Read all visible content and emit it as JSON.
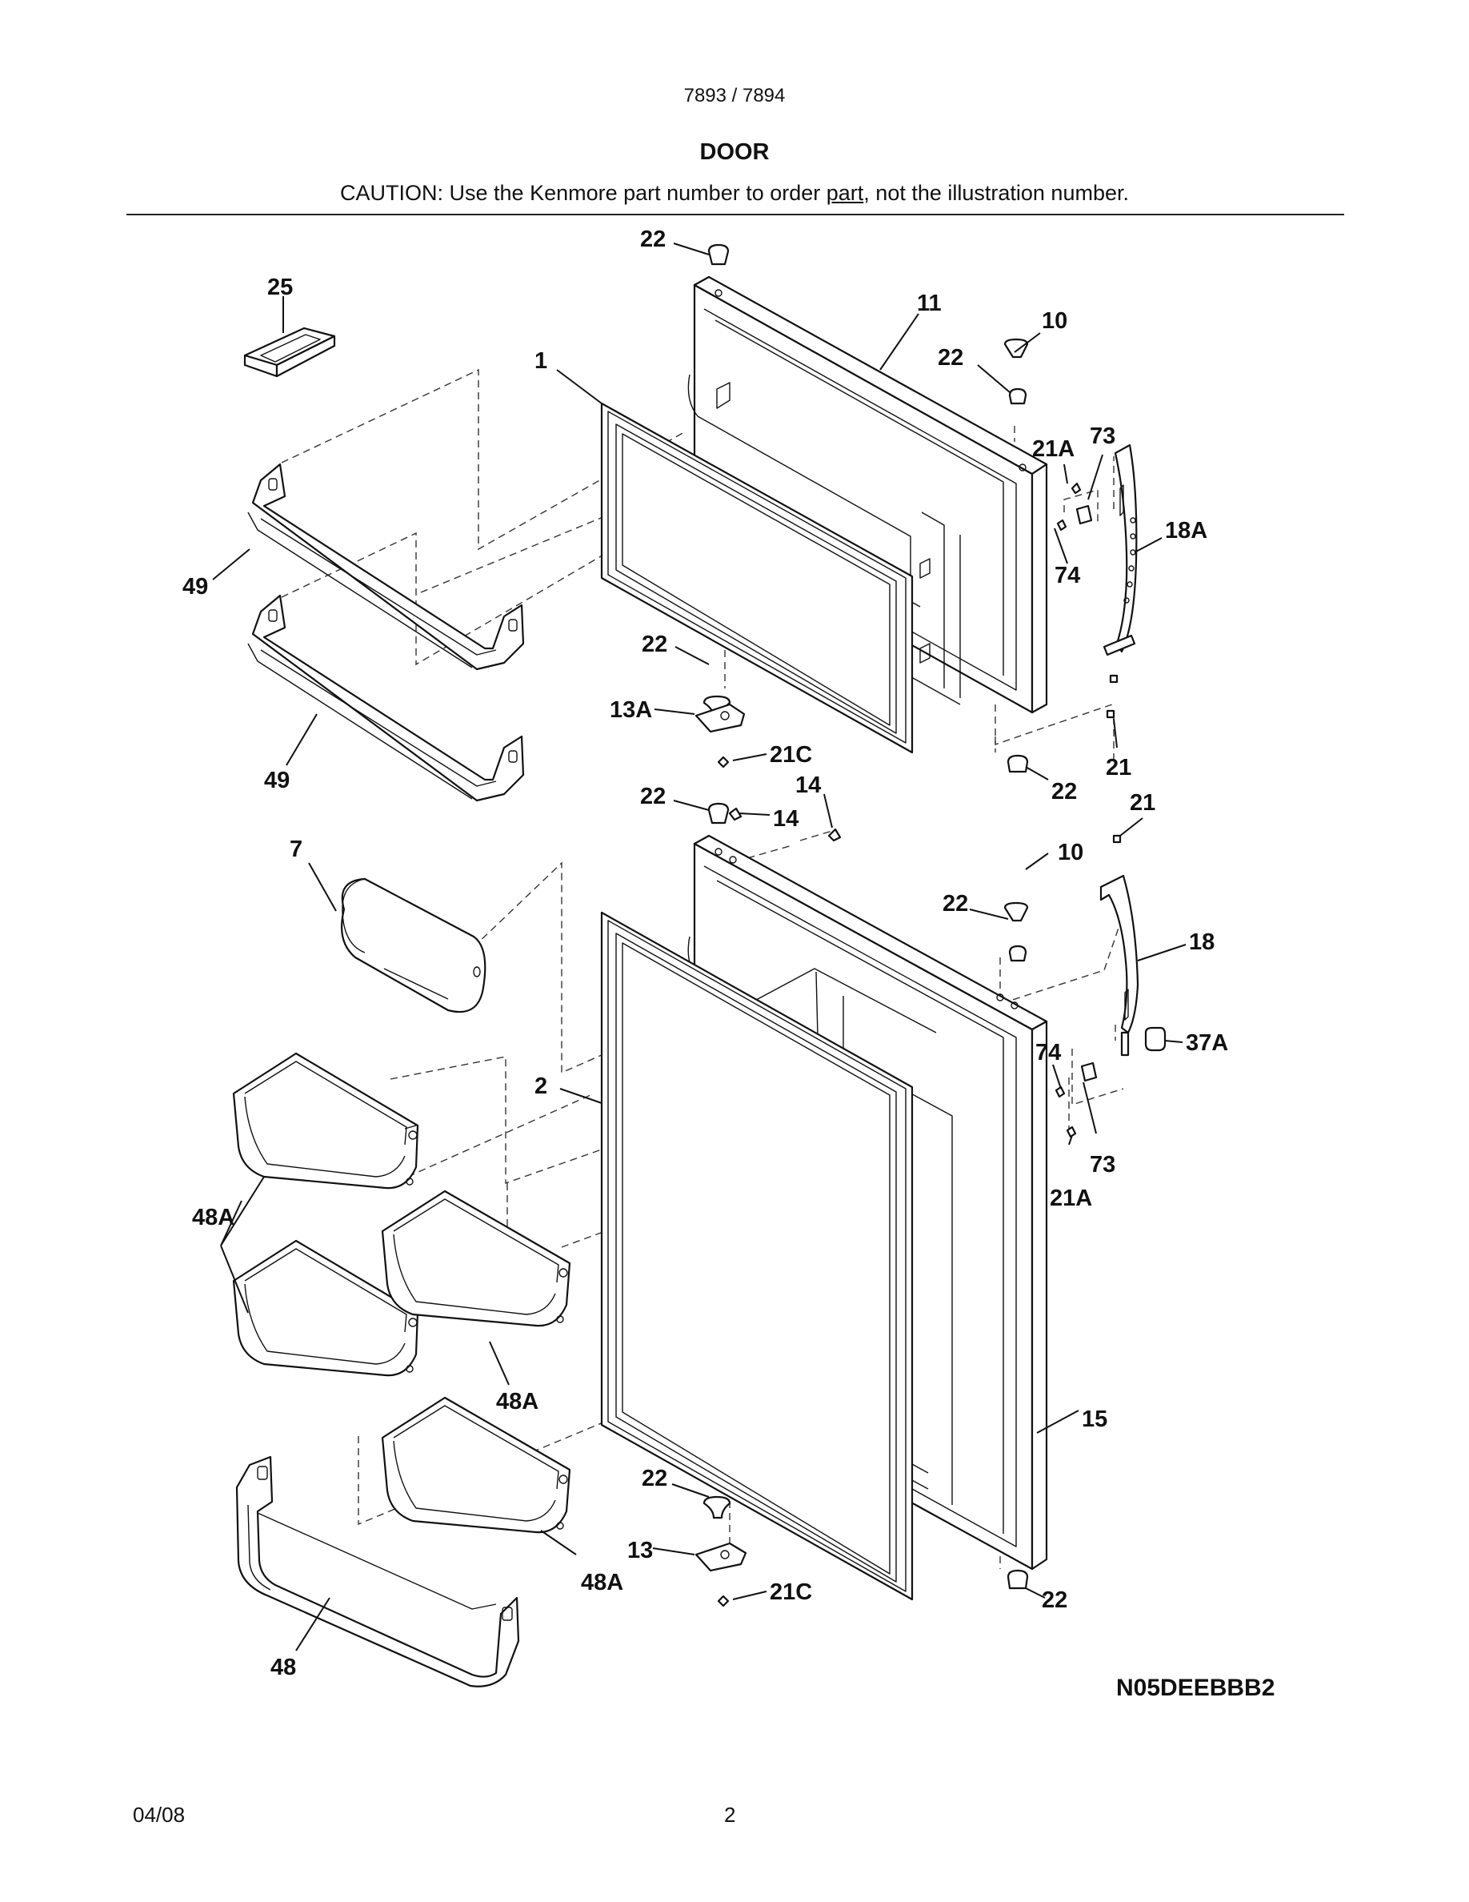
{
  "header": {
    "model": "7893 / 7894",
    "title": "DOOR",
    "caution_before": "CAUTION: Use the Kenmore part number to order ",
    "caution_underlined": "part",
    "caution_after": ", not the illustration number."
  },
  "callouts": [
    {
      "id": "c-22-top",
      "text": "22"
    },
    {
      "id": "c-25",
      "text": "25"
    },
    {
      "id": "c-11",
      "text": "11"
    },
    {
      "id": "c-10-upper",
      "text": "10"
    },
    {
      "id": "c-22-upper-right",
      "text": "22"
    },
    {
      "id": "c-1",
      "text": "1"
    },
    {
      "id": "c-21A-upper",
      "text": "21A"
    },
    {
      "id": "c-73-upper",
      "text": "73"
    },
    {
      "id": "c-18A",
      "text": "18A"
    },
    {
      "id": "c-74-upper",
      "text": "74"
    },
    {
      "id": "c-49-upper",
      "text": "49"
    },
    {
      "id": "c-22-upper-hinge",
      "text": "22"
    },
    {
      "id": "c-13A",
      "text": "13A"
    },
    {
      "id": "c-21C-upper",
      "text": "21C"
    },
    {
      "id": "c-49-lower",
      "text": "49"
    },
    {
      "id": "c-21-upper",
      "text": "21"
    },
    {
      "id": "c-22-mid-right",
      "text": "22"
    },
    {
      "id": "c-22-mid",
      "text": "22"
    },
    {
      "id": "c-14-top",
      "text": "14"
    },
    {
      "id": "c-14-side",
      "text": "14"
    },
    {
      "id": "c-21-lower",
      "text": "21"
    },
    {
      "id": "c-7",
      "text": "7"
    },
    {
      "id": "c-10-lower",
      "text": "10"
    },
    {
      "id": "c-22-lower-right",
      "text": "22"
    },
    {
      "id": "c-18",
      "text": "18"
    },
    {
      "id": "c-74-lower",
      "text": "74"
    },
    {
      "id": "c-37A",
      "text": "37A"
    },
    {
      "id": "c-2",
      "text": "2"
    },
    {
      "id": "c-73-lower",
      "text": "73"
    },
    {
      "id": "c-21A-lower",
      "text": "21A"
    },
    {
      "id": "c-48A-left",
      "text": "48A"
    },
    {
      "id": "c-48A-mid",
      "text": "48A"
    },
    {
      "id": "c-15",
      "text": "15"
    },
    {
      "id": "c-22-lower-hinge",
      "text": "22"
    },
    {
      "id": "c-13",
      "text": "13"
    },
    {
      "id": "c-48A-right",
      "text": "48A"
    },
    {
      "id": "c-21C-lower",
      "text": "21C"
    },
    {
      "id": "c-22-bottom",
      "text": "22"
    },
    {
      "id": "c-48",
      "text": "48"
    }
  ],
  "diagram_code": "N05DEEBBB2",
  "footer": {
    "date": "04/08",
    "page": "2"
  }
}
